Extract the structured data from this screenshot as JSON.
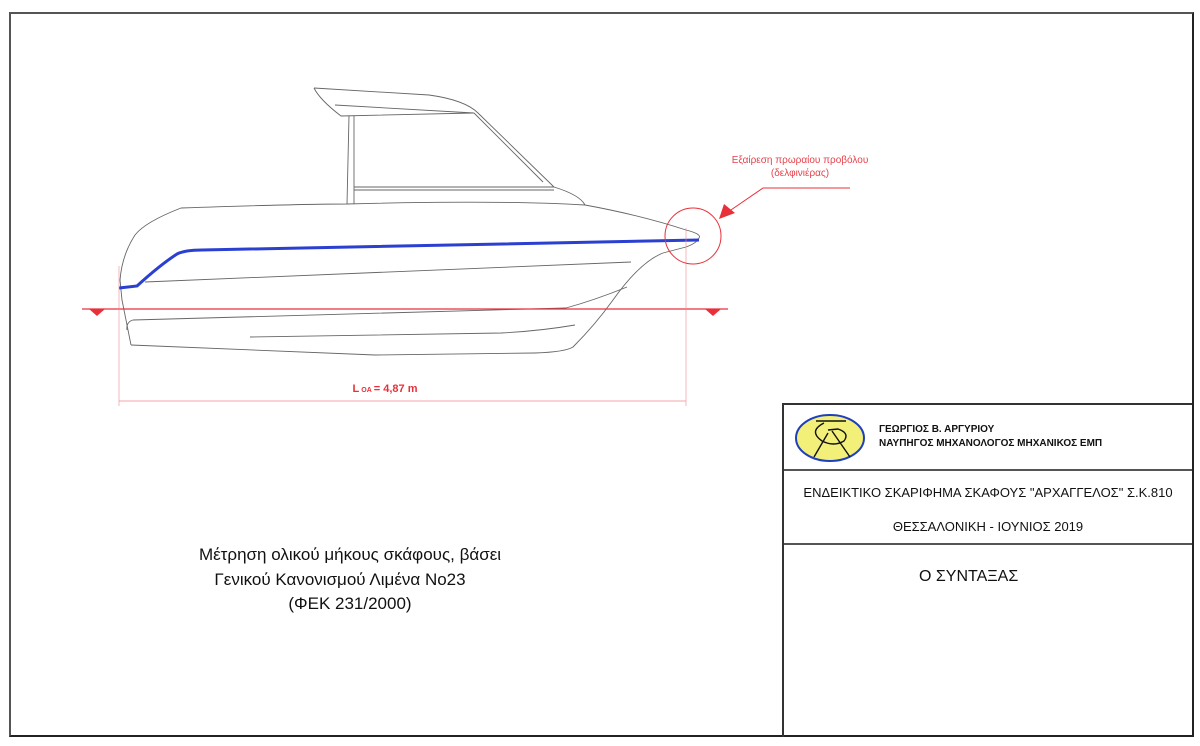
{
  "annotation": {
    "note_line1": "Εξαίρεση πρωραίου προβόλου",
    "note_line2": "(δελφινιέρας)",
    "dimension_symbol": "L",
    "dimension_subscript": "OA",
    "dimension_value": "= 4,87 m"
  },
  "caption": {
    "line1": "Μέτρηση ολικού μήκους σκάφους, βάσει",
    "line2": "Γενικού Κανονισμού Λιμένα Νο23",
    "line3": "(ΦΕΚ 231/2000)"
  },
  "title_block": {
    "author_name": "ΓΕΩΡΓΙΟΣ Β. ΑΡΓΥΡΙΟΥ",
    "author_title": "ΝΑΥΠΗΓΟΣ ΜΗΧΑΝΟΛΟΓΟΣ ΜΗΧΑΝΙΚΟΣ ΕΜΠ",
    "drawing_title": "ΕΝΔΕΙΚΤΙΚΟ ΣΚΑΡΙΦΗΜΑ ΣΚΑΦΟΥΣ \"ΑΡΧΑΓΓΕΛΟΣ\" Σ.Κ.810",
    "place_date": "ΘΕΣΣΑΛΟΝΙΚΗ - ΙΟΥΝΙΟΣ 2019",
    "signature_label": "Ο ΣΥΝΤΑΞΑΣ"
  },
  "colors": {
    "annotation_red": "#e8303a",
    "sheer_blue": "#2b3fd0",
    "logo_yellow": "#f3f07a",
    "logo_blue": "#1f3fbf"
  }
}
